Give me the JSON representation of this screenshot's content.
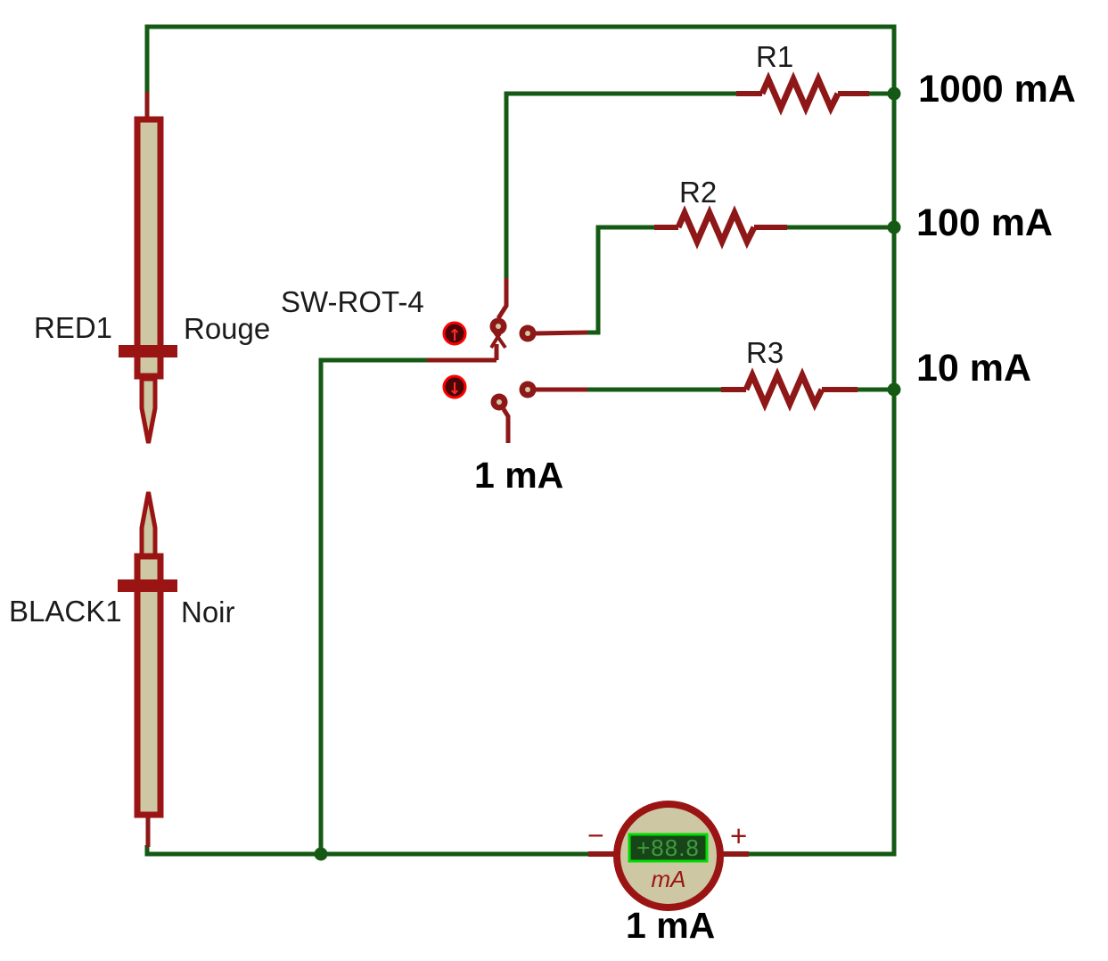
{
  "probes": {
    "red": {
      "ref": "RED1",
      "name": "Rouge"
    },
    "black": {
      "ref": "BLACK1",
      "name": "Noir"
    }
  },
  "rotary_switch": {
    "ref": "SW-ROT-4",
    "selected_position_label": "1 mA",
    "up_icon": "↑",
    "down_icon": "↓"
  },
  "resistors": [
    {
      "ref": "R1",
      "net_label": "1000 mA"
    },
    {
      "ref": "R2",
      "net_label": "100 mA"
    },
    {
      "ref": "R3",
      "net_label": "10 mA"
    }
  ],
  "ammeter": {
    "reading": "+88.8",
    "unit": "mA",
    "terminal_minus": "−",
    "terminal_plus": "+",
    "range_label": "1 mA"
  },
  "colors": {
    "wire_green": "#145a14",
    "component_red": "#8e1717",
    "outline_red": "#9b1414",
    "component_fill": "#cdc8a3",
    "display_border": "#00dc00",
    "display_background": "#174517",
    "display_text": "#3f9b3f",
    "button_ring_red": "#ff0000",
    "button_fill": "#4a0505",
    "label_black": "#000000"
  }
}
